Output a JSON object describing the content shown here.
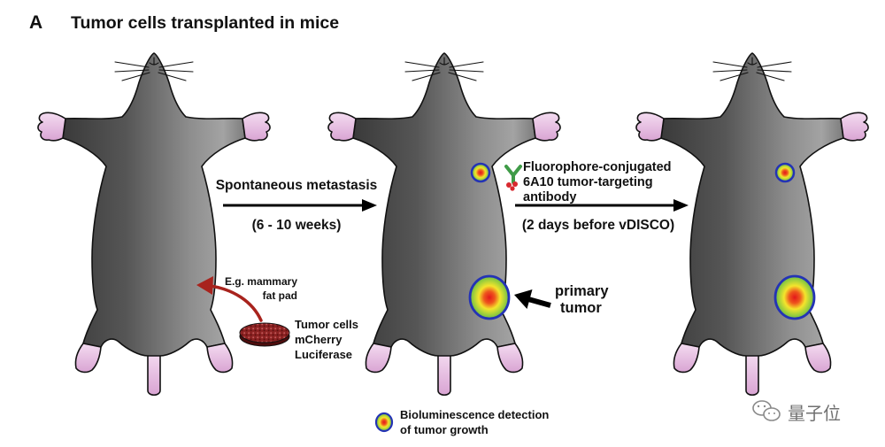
{
  "panel": {
    "letter": "A",
    "title": "Tumor cells transplanted in mice"
  },
  "injection": {
    "site_lines": [
      "E.g. mammary",
      "fat pad"
    ],
    "cells_lines": [
      "Tumor cells",
      "mCherry",
      "Luciferase"
    ]
  },
  "step1": {
    "label": "Spontaneous metastasis",
    "duration": "(6 - 10 weeks)"
  },
  "step2": {
    "label_lines": [
      "Fluorophore-conjugated",
      "6A10 tumor-targeting",
      "antibody"
    ],
    "timing": "(2 days before vDISCO)"
  },
  "primary_tumor_lines": [
    "primary",
    "tumor"
  ],
  "legend": {
    "lines": [
      "Bioluminescence detection",
      "of tumor growth"
    ]
  },
  "watermark": {
    "text": "量子位"
  },
  "icons": [
    "mouse-icon",
    "petri-dish-icon",
    "antibody-icon",
    "bioluminescence-icon",
    "wechat-icon"
  ],
  "colors": {
    "mouse_body_dark": "#3a3a3a",
    "mouse_body_light": "#a3a3a3",
    "paw_pink": "#e6bce2",
    "injection_arrow": "#a8231d",
    "tumor_center": "#e3171b",
    "tumor_mid": "#f4e52c",
    "tumor_outer": "#6dbb45",
    "tumor_ring": "#2433b5",
    "antibody": "#3f9b47"
  }
}
